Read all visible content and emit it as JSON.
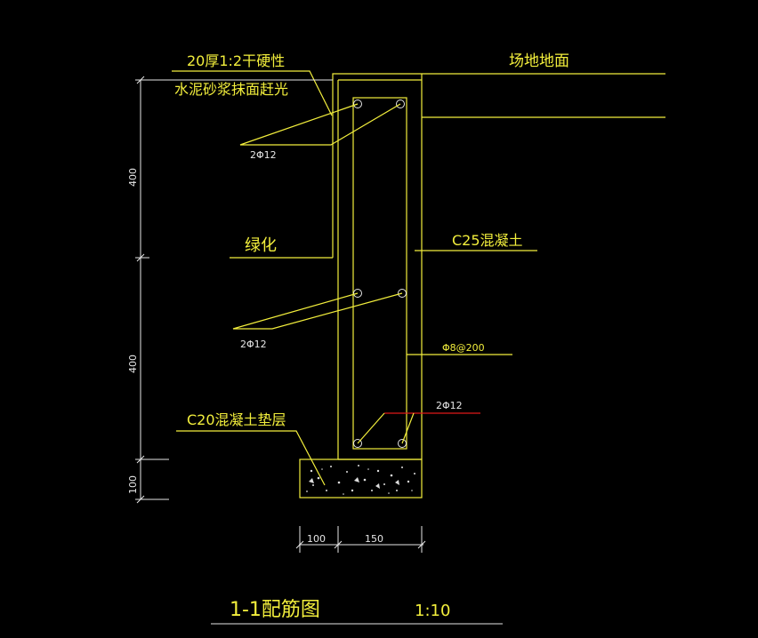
{
  "colors": {
    "background": "#000000",
    "structure": "#f2ee3c",
    "dimension": "#e6e6e6",
    "highlight": "#e01818"
  },
  "labels": {
    "finish_line1": "20厚1:2干硬性",
    "finish_line2": "水泥砂浆抹面赶光",
    "ground": "场地地面",
    "greening": "绿化",
    "concrete": "C25混凝土",
    "stirrup": "Φ8@200",
    "rebar_top": "2Φ12",
    "rebar_mid": "2Φ12",
    "rebar_bottom": "2Φ12",
    "cushion": "C20混凝土垫层"
  },
  "dimensions": {
    "vertical_top": "400",
    "vertical_mid": "400",
    "vertical_bottom": "100",
    "horizontal_left": "100",
    "horizontal_right": "150"
  },
  "title": {
    "name": "1-1配筋图",
    "scale": "1:10"
  }
}
